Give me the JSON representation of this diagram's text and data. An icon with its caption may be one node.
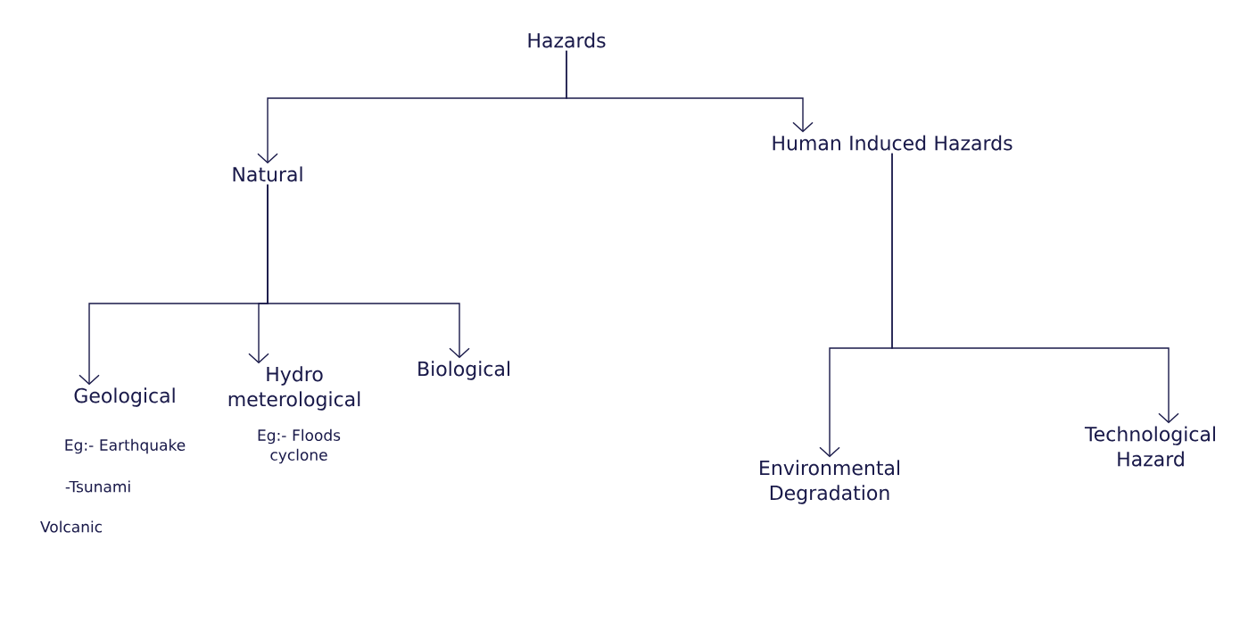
{
  "diagram": {
    "nodes": [
      {
        "text": [
          "Hazards"
        ]
      },
      {
        "text": [
          "Natural"
        ]
      },
      {
        "text": [
          "Human Induced Hazards"
        ]
      },
      {
        "text": [
          "Geological"
        ],
        "beside": [
          "Eg:- Earthquake",
          "-Tsunami",
          "Volcanic"
        ]
      },
      {
        "text": [
          "Hydro meterological"
        ],
        "beside": [
          "Eg:- Floods cyclone"
        ]
      },
      {
        "text": [
          "Biological"
        ]
      },
      {
        "text": [
          "Environmental Degradation"
        ]
      },
      {
        "text": [
          "Technological Hazard"
        ]
      }
    ],
    "edges": [
      {
        "from": 0,
        "to": 1,
        "arrow": "to"
      },
      {
        "from": 0,
        "to": 2,
        "arrow": "to"
      },
      {
        "from": 1,
        "to": 3,
        "arrow": "to"
      },
      {
        "from": 1,
        "to": 4,
        "arrow": "to"
      },
      {
        "from": 1,
        "to": 5,
        "arrow": "to"
      },
      {
        "from": 2,
        "to": 6,
        "arrow": "to"
      },
      {
        "from": 2,
        "to": 7,
        "arrow": "to"
      }
    ]
  }
}
